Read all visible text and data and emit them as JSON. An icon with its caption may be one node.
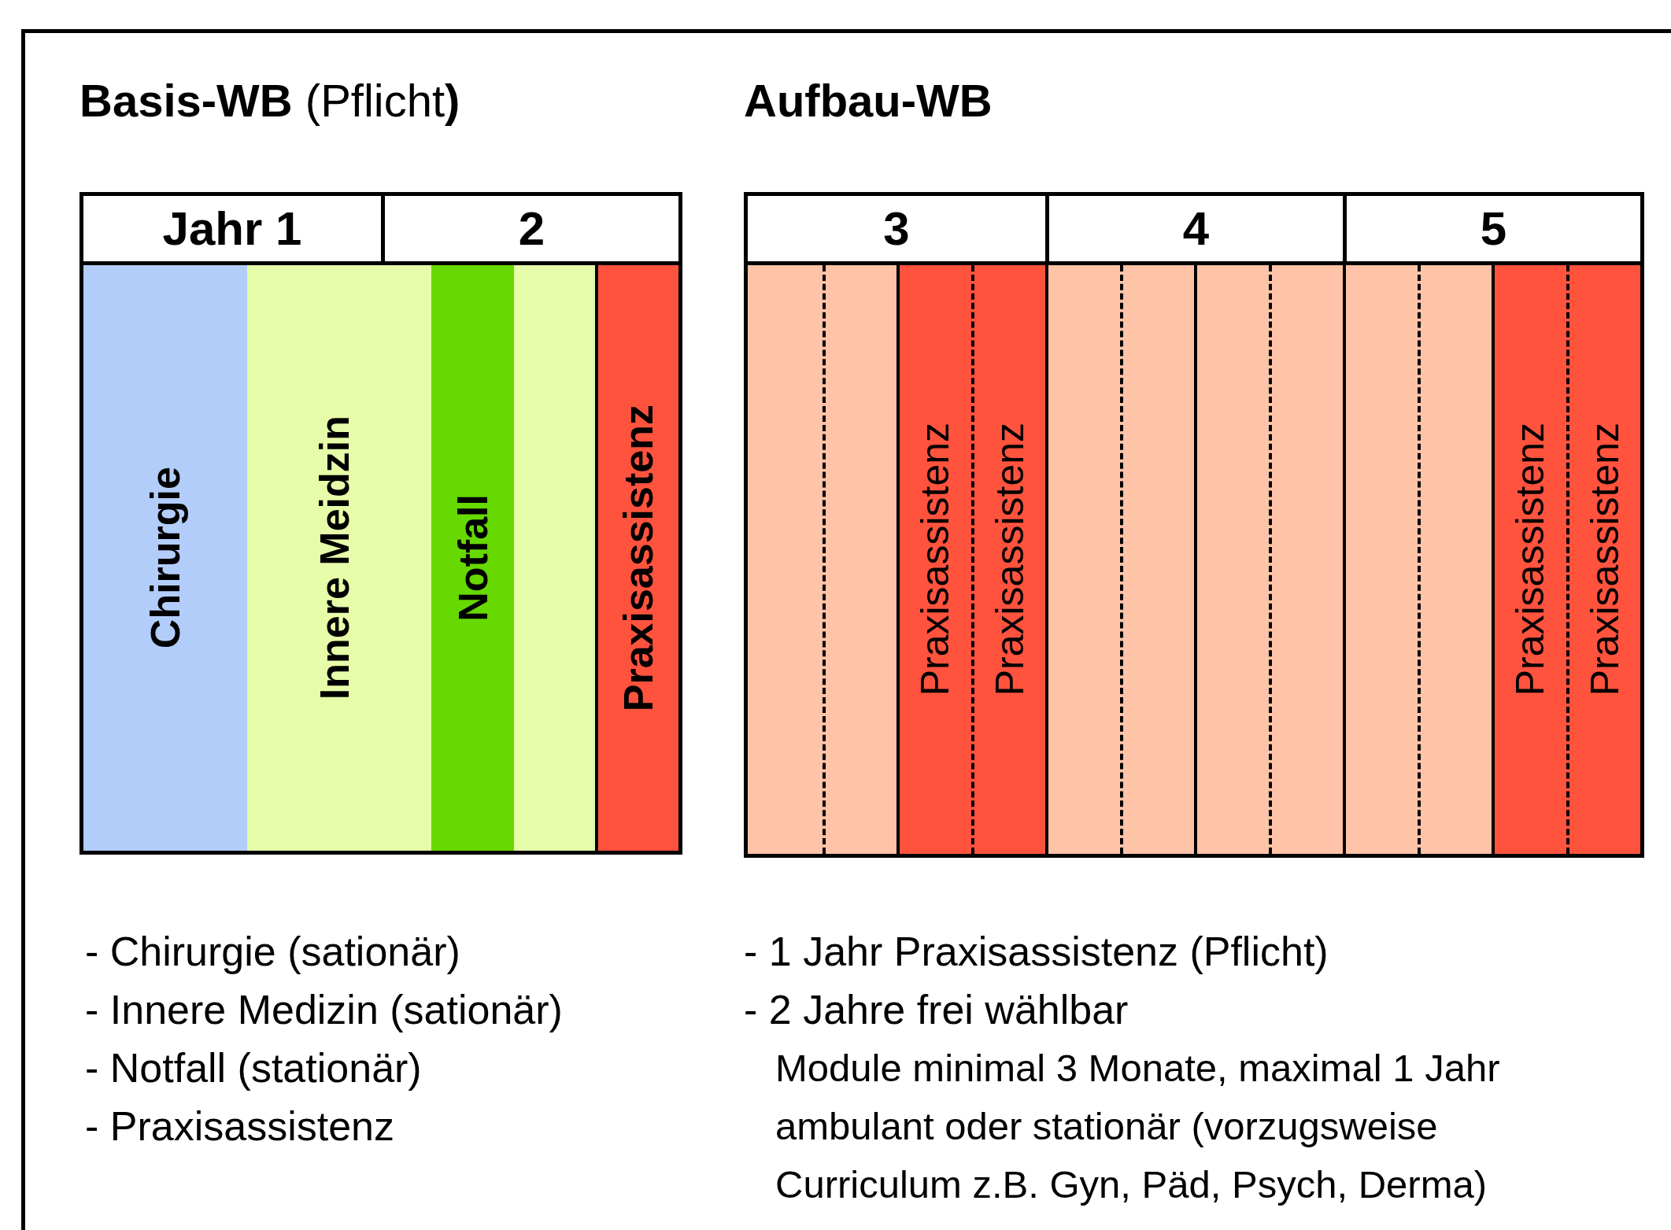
{
  "diagram": {
    "nodes": [
      {
        "text": [
          "**Basis-WB** (Pflicht**)**"
        ]
      },
      {
        "text": [
          "Jahr 1"
        ],
        "in": 0
      },
      {
        "text": [
          "2"
        ],
        "in": 0
      },
      {
        "text": [
          "Chirurgie"
        ],
        "in": 0
      },
      {
        "text": [
          "Innere Meidzin"
        ],
        "in": 0
      },
      {
        "text": [
          "Notfall"
        ],
        "in": 4
      },
      {
        "text": [
          "Praxisassistenz"
        ],
        "in": 0
      },
      {
        "text": [
          "Aufbau-WB"
        ]
      },
      {
        "text": [
          "3"
        ],
        "in": 7
      },
      {
        "text": [
          "4"
        ],
        "in": 7
      },
      {
        "text": [
          "5"
        ],
        "in": 7
      },
      {
        "text": [],
        "shape": "bar",
        "in": 7
      },
      {
        "text": [],
        "shape": "bar",
        "in": 7
      },
      {
        "text": [
          "Praxisassistenz"
        ],
        "in": 7
      },
      {
        "text": [
          "Praxisassistenz"
        ],
        "in": 7
      },
      {
        "text": [],
        "shape": "bar",
        "in": 7
      },
      {
        "text": [],
        "shape": "bar",
        "in": 7
      },
      {
        "text": [],
        "shape": "bar",
        "in": 7
      },
      {
        "text": [],
        "shape": "bar",
        "in": 7
      },
      {
        "text": [],
        "shape": "bar",
        "in": 7
      },
      {
        "text": [],
        "shape": "bar",
        "in": 7
      },
      {
        "text": [
          "Praxisassistenz"
        ],
        "in": 7
      },
      {
        "text": [
          "Praxisassistenz"
        ],
        "in": 7
      }
    ],
    "labels": [
      "- Chirurgie (sationär)",
      "- Innere Medizin (sationär)",
      "- Notfall (stationär)",
      "- Praxisassistenz",
      "- 1 Jahr Praxisassistenz (Pflicht)",
      "- 2 Jahre frei wählbar",
      "Module minimal 3 Monate, maximal 1 Jahr ambulant oder stationär (vorzugsweise Curriculum z.B. Gyn, Päd, Psych, Derma)"
    ]
  }
}
